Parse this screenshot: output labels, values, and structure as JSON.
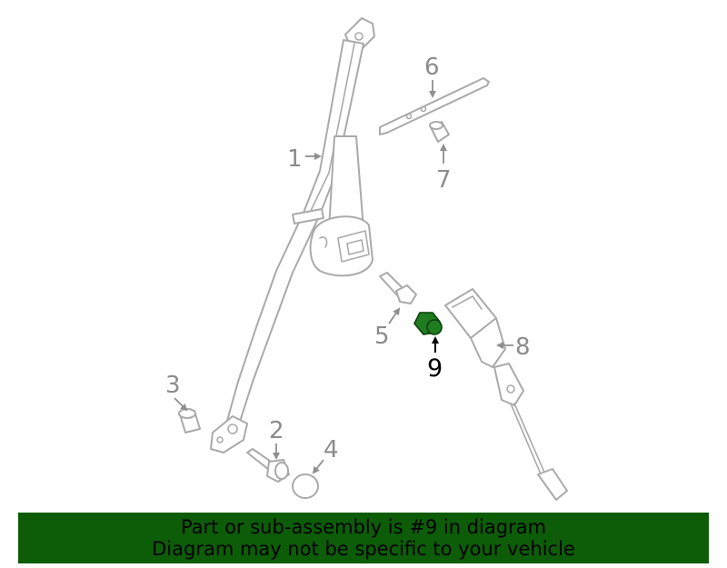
{
  "diagram": {
    "callouts": [
      {
        "number": "1",
        "highlighted": false
      },
      {
        "number": "2",
        "highlighted": false
      },
      {
        "number": "3",
        "highlighted": false
      },
      {
        "number": "4",
        "highlighted": false
      },
      {
        "number": "5",
        "highlighted": false
      },
      {
        "number": "6",
        "highlighted": false
      },
      {
        "number": "7",
        "highlighted": false
      },
      {
        "number": "8",
        "highlighted": false
      },
      {
        "number": "9",
        "highlighted": true
      }
    ],
    "colors": {
      "part_outline": "#aaaaaa",
      "highlight_part": "#1f7d1f",
      "banner_background": "#0d5c08",
      "banner_text": "#000000"
    }
  },
  "banner": {
    "line1": "Part or sub-assembly is #9 in diagram",
    "line2": "Diagram may not be specific to your vehicle"
  }
}
